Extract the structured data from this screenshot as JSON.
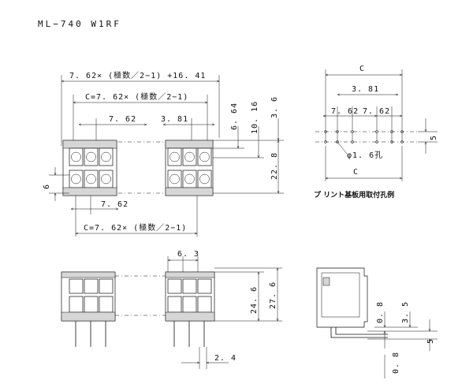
{
  "model_title": "ML−740 W1RF",
  "top_view": {
    "dim_overall": "7. 62× (極数／2−1) +16. 41",
    "dim_c_upper": "C=7. 62× (極数／2−1)",
    "dim_pitch_left": "7. 62",
    "dim_pitch_right": "3. 81",
    "dim_6_64": "6. 64",
    "dim_10_16": "10. 16",
    "dim_3_6": "3. 6",
    "dim_22_8": "22. 8",
    "dim_6": "6",
    "dim_pitch_bottom": "7. 62",
    "dim_c_lower": "C=7. 62× (極数／2−1)"
  },
  "hole_layout": {
    "dim_c_top": "C",
    "dim_3_81": "3. 81",
    "dim_pitch_a": "7. 62",
    "dim_pitch_b": "7. 62",
    "dim_5": "5",
    "hole_dia": "φ1. 6孔",
    "dim_c_bottom": "C",
    "caption": "プ リント基板用取付孔例"
  },
  "front_view": {
    "dim_6_3": "6. 3",
    "dim_24_6": "24. 6",
    "dim_27_6": "27. 6",
    "dim_2_4": "2. 4"
  },
  "side_view": {
    "dim_0_8_top": "0. 8",
    "dim_3_5": "3. 5",
    "dim_5": "5",
    "dim_0_8_bottom": "0. 8"
  }
}
